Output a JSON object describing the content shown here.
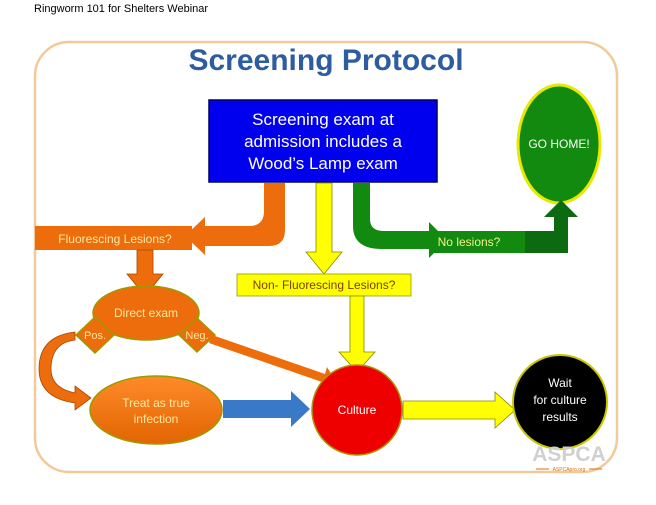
{
  "document": {
    "header": "Ringworm 101 for Shelters Webinar"
  },
  "slide": {
    "title": "Screening Protocol",
    "start_box": {
      "lines": [
        "Screening exam at",
        "admission includes a",
        "Wood’s Lamp exam"
      ]
    },
    "go_home": "GO HOME!",
    "fluorescing": "Fluorescing Lesions?",
    "non_fluorescing": "Non- Fluorescing Lesions?",
    "no_lesions": "No lesions?",
    "direct_exam": "Direct exam",
    "pos": "Pos.",
    "neg": "Neg.",
    "treat": {
      "lines": [
        "Treat as true",
        "infection"
      ]
    },
    "culture": "Culture",
    "wait": {
      "lines": [
        "Wait",
        "for culture",
        "results"
      ]
    },
    "logo": {
      "text": "ASPCA",
      "sub": "ASPCApro.org"
    }
  },
  "colors": {
    "title": "#2e5ca0",
    "blue_box": "#0000ee",
    "orange": "#ed6c0c",
    "yellow": "#ffff00",
    "green": "#118a0f",
    "dark_green": "#0c6b10",
    "red": "#ee0000",
    "black": "#000000",
    "blue_arrow": "#3a78c8",
    "frame": "#f2c99a"
  }
}
